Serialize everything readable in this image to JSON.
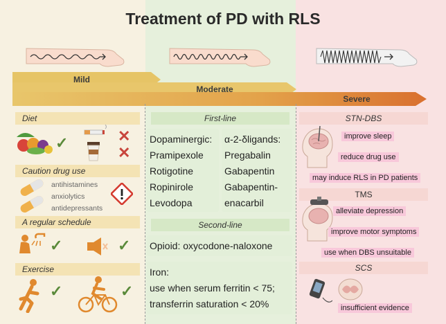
{
  "title": "Treatment of PD with RLS",
  "severity": {
    "mild": "Mild",
    "moderate": "Moderate",
    "severe": "Severe"
  },
  "left": {
    "diet": "Diet",
    "caution": "Caution drug use",
    "caution_items": [
      "antihistamines",
      "anxiolytics",
      "antidepressants"
    ],
    "schedule": "A regular schedule",
    "exercise": "Exercise"
  },
  "middle": {
    "first_line": "First-line",
    "dopaminergic": [
      "Dopaminergic:",
      "Pramipexole",
      "Rotigotine",
      "Ropinirole",
      "Levodopa"
    ],
    "alpha": [
      "α-2-δligands:",
      "Pregabalin",
      "Gabapentin",
      "Gabapentin-",
      "enacarbil"
    ],
    "second_line": "Second-line",
    "opioid": "Opioid: oxycodone-naloxone",
    "iron": [
      "Iron:",
      "use when serum ferritin < 75;",
      "transferrin saturation < 20%"
    ]
  },
  "right": {
    "stn_dbs": "STN-DBS",
    "stn_items": [
      "improve sleep",
      "reduce drug use",
      "may induce RLS in PD patients"
    ],
    "tms": "TMS",
    "tms_items": [
      "alleviate depression",
      "improve motor symptoms",
      "use when DBS unsuitable"
    ],
    "scs": "SCS",
    "scs_items": [
      "insufficient evidence"
    ]
  },
  "colors": {
    "mild_bg": "#f7f1e1",
    "moderate_bg": "#e6f0dc",
    "severe_bg": "#f9e2e2",
    "mild_arrow": "#e6c466",
    "severe_arrow": "#d9702f",
    "tag_pink": "#f8c8da"
  },
  "icons": [
    "leg-icon",
    "fruit-icon",
    "cigarette-icon",
    "coffee-icon",
    "pill-icon",
    "warning-icon",
    "shower-icon",
    "speaker-icon",
    "runner-icon",
    "bicycle-icon",
    "head-brain-icon",
    "tms-coil-icon",
    "spinal-cord-icon",
    "stimulator-icon",
    "check-icon",
    "cross-icon"
  ]
}
